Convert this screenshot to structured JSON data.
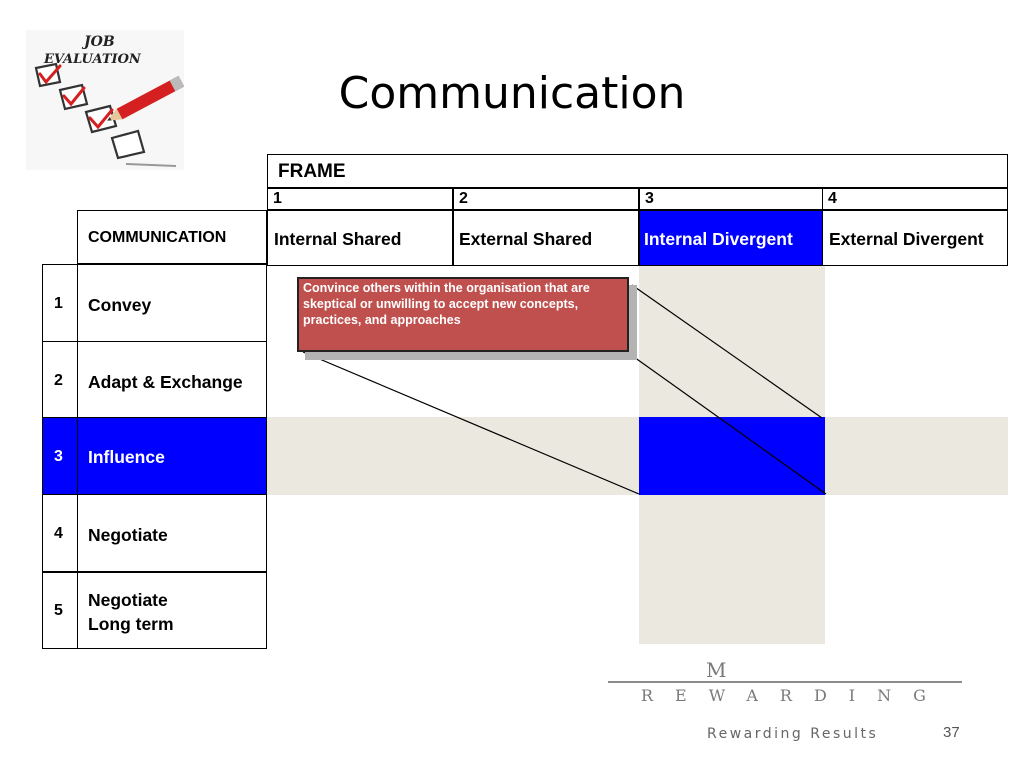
{
  "title": "Communication",
  "logo": {
    "line1": "JOB",
    "line2": "EVALUATION"
  },
  "frame": {
    "header": "FRAME",
    "numbers": [
      "1",
      "2",
      "3",
      "4"
    ],
    "columns": [
      "Internal Shared",
      "External Shared",
      "Internal Divergent",
      "External Divergent"
    ],
    "highlighted_column": 3
  },
  "communication": {
    "header": "COMMUNICATION",
    "rows": [
      {
        "num": "1",
        "label": "Convey"
      },
      {
        "num": "2",
        "label": "Adapt & Exchange"
      },
      {
        "num": "3",
        "label": "Influence"
      },
      {
        "num": "4",
        "label": "Negotiate"
      },
      {
        "num": "5",
        "label_line1": "Negotiate",
        "label_line2": "Long term"
      }
    ],
    "highlighted_row": 3
  },
  "callout": {
    "text": "Convince others within the organisation that are skeptical or unwilling to accept new concepts, practices, and approaches"
  },
  "brand": {
    "monogram": "M",
    "wordmark": "REWARDING",
    "tagline": "Rewarding Results"
  },
  "page_number": "37",
  "colors": {
    "highlight_blue": "#0000ff",
    "shade": "#ebe8df",
    "callout_red": "#c0504d"
  }
}
